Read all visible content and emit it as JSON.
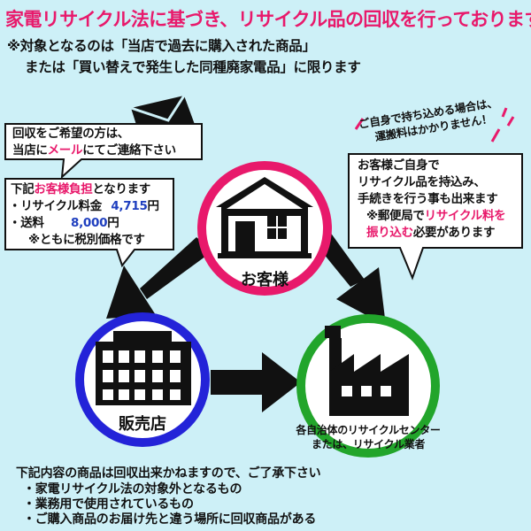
{
  "title": "家電リサイクル法に基づき、リサイクル品の回収を行っております",
  "notice": {
    "line1": "※対象となるのは「当店で過去に購入された商品」",
    "line2": "または「買い替えで発生した同種廃家電品」に限ります"
  },
  "mail_bubble": {
    "line1": "回収をご希望の方は、",
    "line2_pre": "当店に",
    "line2_red": "メール",
    "line2_post": "にてご連絡下さい"
  },
  "cost_bubble": {
    "line1_pre": "下記",
    "line1_red": "お客様負担",
    "line1_post": "となります",
    "line2_label": "・リサイクル料金",
    "line2_value": "4,715",
    "line2_unit": "円",
    "line3_label": "・送料",
    "line3_value": "8,000",
    "line3_unit": "円",
    "line4": "※ともに税別価格です"
  },
  "self_note": {
    "line1": "ご自身で持ち込める場合は、",
    "line2": "運搬料はかかりません！"
  },
  "self_bubble": {
    "line1": "お客様ご自身で",
    "line2": "リサイクル品を持込み、",
    "line3": "手続きを行う事も出来ます",
    "line4_pre": "※郵便局で",
    "line4_red": "リサイクル料を",
    "line5_red": "振り込む",
    "line5_post": "必要があります"
  },
  "nodes": {
    "customer": "お客様",
    "store": "販売店",
    "center_line1": "各自治体のリサイクルセンター",
    "center_line2": "または、リサイクル業者"
  },
  "footer": {
    "intro": "下記内容の商品は回収出来かねますので、ご了承下さい",
    "items": [
      "・家電リサイクル法の対象外となるもの",
      "・業務用で使用されているもの",
      "・ご購入商品のお届け先と違う場所に回収商品がある"
    ]
  },
  "colors": {
    "background": "#cdf0f7",
    "title": "#e8196b",
    "customer_ring": "#e8196b",
    "store_ring": "#2323d8",
    "center_ring": "#22a52b",
    "highlight_red": "#e8196b",
    "price_blue": "#1f3fbf"
  },
  "icons": [
    "envelope-icon",
    "house-icon",
    "building-icon",
    "factory-icon"
  ]
}
